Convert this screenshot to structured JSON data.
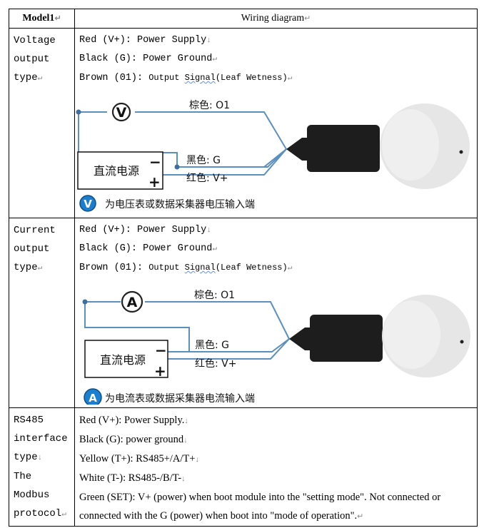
{
  "header": {
    "col1": "Model1",
    "col2": "Wiring diagram",
    "para_mark": "↵"
  },
  "rows": [
    {
      "type_lines": [
        "Voltage",
        "output",
        "type"
      ],
      "lines": [
        {
          "text": "Red (V+): Power Supply",
          "mark": "↓"
        },
        {
          "text": "Black (G): Power Ground",
          "mark": "↵"
        },
        {
          "prefix": "Brown (01): ",
          "mid": "Output ",
          "wave": "Signal",
          "suffix": "(Leaf Wetness)",
          "mark": "↵"
        }
      ],
      "diagram": {
        "meter_letter": "V",
        "brown_label": "棕色: O1",
        "black_label": "黑色: G",
        "red_label": "红色: V+",
        "psu_label": "直流电源",
        "minus": "−",
        "plus": "+",
        "note": "为电压表或数据采集器电压输入端",
        "badge_color": "#1b7fd1"
      }
    },
    {
      "type_lines": [
        "Current",
        "output",
        "type"
      ],
      "lines": [
        {
          "text": "Red (V+): Power Supply",
          "mark": "↓"
        },
        {
          "text": "Black (G): Power Ground",
          "mark": "↵"
        },
        {
          "prefix": "Brown (01): ",
          "mid": "Output ",
          "wave": "Signal",
          "suffix": "(Leaf Wetness)",
          "mark": "↵"
        }
      ],
      "diagram": {
        "meter_letter": "A",
        "brown_label": "棕色: O1",
        "black_label": "黑色: G",
        "red_label": "红色: V+",
        "psu_label": "直流电源",
        "minus": "−",
        "plus": "+",
        "note": "为电流表或数据采集器电流输入端",
        "badge_color": "#1b7fd1"
      }
    },
    {
      "type_lines": [
        "RS485",
        "interface",
        "type",
        "The Modbus",
        "protocol"
      ],
      "type_marks": [
        "",
        "",
        "↓",
        "",
        "↵"
      ],
      "lines": [
        {
          "text": "Red (V+): Power Supply.",
          "mark": "↓"
        },
        {
          "text": "Black (G): power ground",
          "mark": "↓"
        },
        {
          "text": "Yellow (T+): RS485+/A/T+",
          "mark": "↓"
        },
        {
          "text": "White (T-): RS485-/B/T-",
          "mark": "↓"
        },
        {
          "text": "Green (SET): V+ (power) when boot module into the \"setting mode\". Not connected or connected with the G (power) when boot into \"mode of operation\".",
          "mark": "↵"
        }
      ]
    }
  ],
  "colors": {
    "wire": "#5b8fbf",
    "border": "#000000",
    "sensor_body": "#1d1d1d",
    "leaf": "#e6e6e6"
  }
}
